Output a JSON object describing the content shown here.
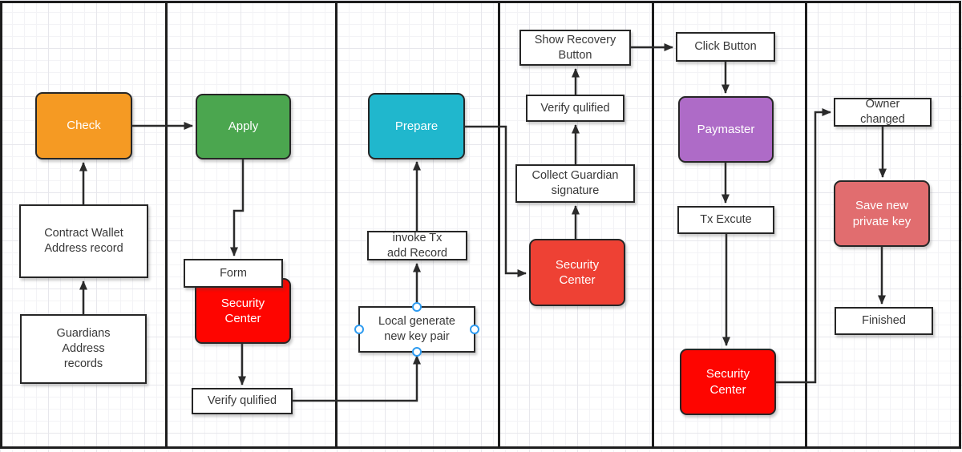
{
  "diagram": {
    "type": "flowchart-with-swimlanes",
    "lane_count": 6
  },
  "colors": {
    "check_orange": "#f59a23",
    "apply_green": "#4ba64f",
    "prepare_cyan": "#20b7cd",
    "security_red": "#fe0500",
    "security_red_soft": "#ee4134",
    "paymaster_purple": "#ae6bc7",
    "save_key_salmon": "#e16d6f",
    "handle_blue": "#2e9bf0",
    "line_dark": "#2b2b2b"
  },
  "nodes": {
    "check": {
      "label": "Check"
    },
    "contract_wallet": {
      "label": "Contract Wallet\nAddress record"
    },
    "guardians": {
      "label": "Guardians\nAddress\nrecords"
    },
    "apply": {
      "label": "Apply"
    },
    "form": {
      "label": "Form"
    },
    "security_center_2": {
      "label": "Security\nCenter"
    },
    "verify_qulified_2": {
      "label": "Verify qulified"
    },
    "prepare": {
      "label": "Prepare"
    },
    "invoke_tx": {
      "label": "invoke Tx\nadd Record"
    },
    "local_generate": {
      "label": "Local generate\nnew key pair"
    },
    "show_recovery": {
      "label": "Show Recovery\nButton"
    },
    "verify_qulified_4": {
      "label": "Verify qulified"
    },
    "collect_guardian": {
      "label": "Collect Guardian\nsignature"
    },
    "security_center_4": {
      "label": "Security\nCenter"
    },
    "click_button": {
      "label": "Click Button"
    },
    "paymaster": {
      "label": "Paymaster"
    },
    "tx_excute": {
      "label": "Tx Excute"
    },
    "security_center_5": {
      "label": "Security\nCenter"
    },
    "owner_changed": {
      "label": "Owner\nchanged"
    },
    "save_new_key": {
      "label": "Save new\nprivate key"
    },
    "finished": {
      "label": "Finished"
    }
  },
  "edges": [
    {
      "from": "guardians",
      "to": "contract_wallet"
    },
    {
      "from": "contract_wallet",
      "to": "check"
    },
    {
      "from": "check",
      "to": "apply"
    },
    {
      "from": "apply",
      "to": "form"
    },
    {
      "from": "security_center_2",
      "to": "verify_qulified_2"
    },
    {
      "from": "verify_qulified_2",
      "to": "local_generate"
    },
    {
      "from": "local_generate",
      "to": "invoke_tx"
    },
    {
      "from": "invoke_tx",
      "to": "prepare"
    },
    {
      "from": "prepare",
      "to": "security_center_4"
    },
    {
      "from": "security_center_4",
      "to": "collect_guardian"
    },
    {
      "from": "collect_guardian",
      "to": "verify_qulified_4"
    },
    {
      "from": "verify_qulified_4",
      "to": "show_recovery"
    },
    {
      "from": "show_recovery",
      "to": "click_button"
    },
    {
      "from": "click_button",
      "to": "paymaster"
    },
    {
      "from": "paymaster",
      "to": "tx_excute"
    },
    {
      "from": "tx_excute",
      "to": "security_center_5"
    },
    {
      "from": "security_center_5",
      "to": "owner_changed"
    },
    {
      "from": "owner_changed",
      "to": "save_new_key"
    },
    {
      "from": "save_new_key",
      "to": "finished"
    }
  ]
}
